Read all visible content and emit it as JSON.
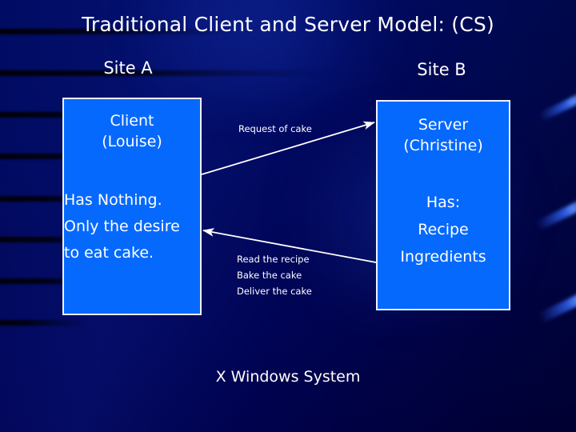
{
  "slide": {
    "title": "Traditional Client and Server Model: (CS)",
    "footer": "X Windows System",
    "background_color": "#000060",
    "box_color": "#0669fd",
    "box_border_color": "#eef3ff",
    "text_color": "#ffffff"
  },
  "sites": {
    "left_label": "Site A",
    "right_label": "Site B"
  },
  "client": {
    "heading_line1": "Client",
    "heading_line2": "(Louise)",
    "body_line1": "Has Nothing.",
    "body_line2": "Only the desire",
    "body_line3": "to eat cake."
  },
  "server": {
    "heading_line1": "Server",
    "heading_line2": "(Christine)",
    "body_line1": "Has:",
    "body_line2": "Recipe",
    "body_line3": "Ingredients"
  },
  "arrows": {
    "request": {
      "label": "Request of cake",
      "direction": "left-to-right"
    },
    "response": {
      "label_line1": "Read the recipe",
      "label_line2": "Bake the cake",
      "label_line3": "Deliver the cake",
      "direction": "right-to-left"
    }
  }
}
